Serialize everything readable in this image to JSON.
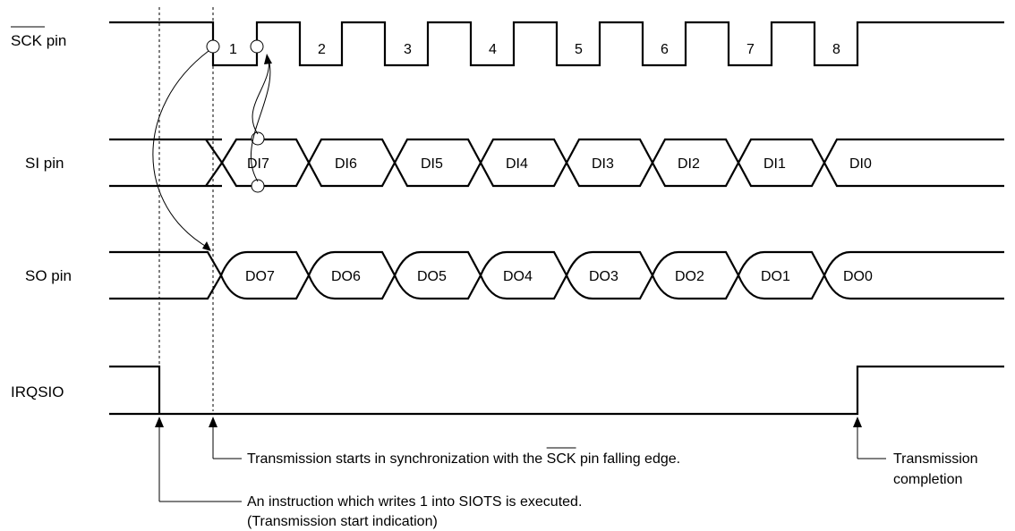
{
  "signals": {
    "sck": {
      "name": "SCK",
      "suffix": " pin"
    },
    "si": "SI pin",
    "so": "SO pin",
    "irq": "IRQSIO"
  },
  "clock_numbers": [
    "1",
    "2",
    "3",
    "4",
    "5",
    "6",
    "7",
    "8"
  ],
  "si_bits": [
    "DI7",
    "DI6",
    "DI5",
    "DI4",
    "DI3",
    "DI2",
    "DI1",
    "DI0"
  ],
  "so_bits": [
    "DO7",
    "DO6",
    "DO5",
    "DO4",
    "DO3",
    "DO2",
    "DO1",
    "DO0"
  ],
  "notes": {
    "start": {
      "before": "Transmission starts in synchronization with the ",
      "overline": "SCK",
      "after": " pin falling edge."
    },
    "completion": [
      "Transmission",
      "completion"
    ],
    "instruction": [
      "An instruction which writes 1 into SIOTS is executed.",
      "(Transmission start indication)"
    ]
  }
}
